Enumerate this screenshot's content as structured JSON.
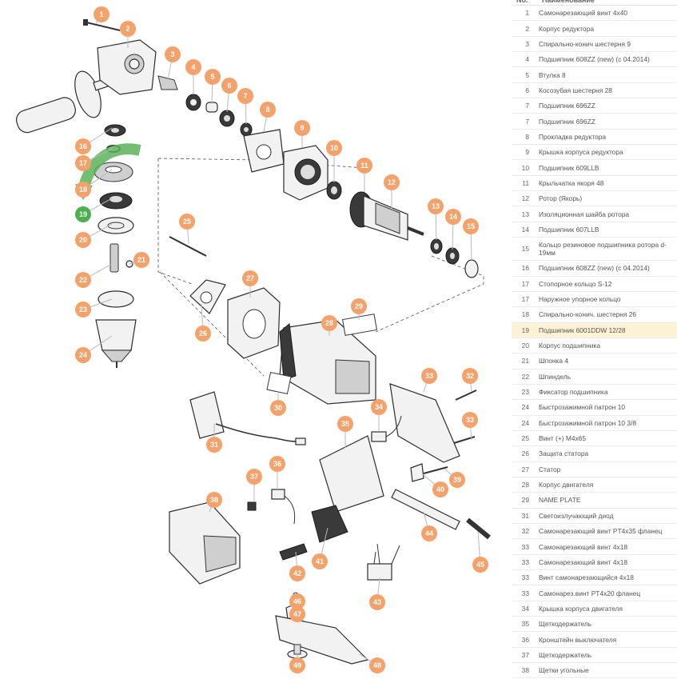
{
  "table": {
    "header": {
      "no": "No.",
      "name": "Наименование"
    },
    "rows": [
      {
        "no": "1",
        "name": "Самонарезающий винт 4х40"
      },
      {
        "no": "2",
        "name": "Корпус редуктора"
      },
      {
        "no": "3",
        "name": "Спирально-конич шестерня 9"
      },
      {
        "no": "4",
        "name": "Подшипник 608ZZ (new) (с 04.2014)"
      },
      {
        "no": "5",
        "name": "Втулка 8"
      },
      {
        "no": "6",
        "name": "Косозубая шестерня 28"
      },
      {
        "no": "7",
        "name": "Подшипник 696ZZ"
      },
      {
        "no": "7",
        "name": "Подшипник 696ZZ"
      },
      {
        "no": "8",
        "name": "Прокладка редуктора"
      },
      {
        "no": "9",
        "name": "Крышка корпуса редуктора"
      },
      {
        "no": "10",
        "name": "Подшипник 609LLB"
      },
      {
        "no": "11",
        "name": "Крыльчатка якоря 48"
      },
      {
        "no": "12",
        "name": "Ротор (Якорь)"
      },
      {
        "no": "13",
        "name": "Изоляционная шайба ротора"
      },
      {
        "no": "14",
        "name": "Подшипник 607LLB"
      },
      {
        "no": "15",
        "name": "Кольцо резиновое подшипника ротора d-19мм"
      },
      {
        "no": "16",
        "name": "Подшипник 608ZZ (new) (с 04.2014)"
      },
      {
        "no": "17",
        "name": "Стопорное кольцо S-12"
      },
      {
        "no": "17",
        "name": "Наружное упорное кольцо"
      },
      {
        "no": "18",
        "name": "Спирально-конич. шестерня 26"
      },
      {
        "no": "19",
        "name": "Подшипник 6001DDW 12/28",
        "highlight": true
      },
      {
        "no": "20",
        "name": "Корпус подшипника"
      },
      {
        "no": "21",
        "name": "Шпонка 4"
      },
      {
        "no": "22",
        "name": "Шпиндель"
      },
      {
        "no": "23",
        "name": "Фиксатор подшипника"
      },
      {
        "no": "24",
        "name": "Быстрозажимной патрон 10"
      },
      {
        "no": "24",
        "name": "Быстрозажимной патрон 10 3/8"
      },
      {
        "no": "25",
        "name": "Винт (+) M4х65"
      },
      {
        "no": "26",
        "name": "Защита статора"
      },
      {
        "no": "27",
        "name": "Статор"
      },
      {
        "no": "28",
        "name": "Корпус двигателя"
      },
      {
        "no": "29",
        "name": "NAME PLATE"
      },
      {
        "no": "31",
        "name": "Светоизлучающий диод"
      },
      {
        "no": "32",
        "name": "Самонарезающий винт PT4х35 фланец"
      },
      {
        "no": "33",
        "name": "Самонарезающий винт 4х18"
      },
      {
        "no": "33",
        "name": "Самонарезающий винт 4х18"
      },
      {
        "no": "33",
        "name": "Винт самонарезающийся 4х18"
      },
      {
        "no": "33",
        "name": "Самонарез.винт PT4х20 фланец"
      },
      {
        "no": "34",
        "name": "Крышка корпуса двигателя"
      },
      {
        "no": "35",
        "name": "Щеткодержатель"
      },
      {
        "no": "36",
        "name": "Кронштейн выключателя"
      },
      {
        "no": "37",
        "name": "Щеткодержатель"
      },
      {
        "no": "38",
        "name": "Щетки угольные"
      }
    ]
  },
  "diagram": {
    "selected_callout": "19",
    "plate_label": "30",
    "accent_color": "#f4a26b",
    "selected_color": "#4caf50",
    "callouts": [
      "1",
      "2",
      "3",
      "4",
      "5",
      "6",
      "7",
      "8",
      "9",
      "10",
      "11",
      "12",
      "13",
      "14",
      "15",
      "16",
      "17",
      "18",
      "19",
      "20",
      "21",
      "22",
      "23",
      "24",
      "25",
      "26",
      "27",
      "28",
      "29",
      "30",
      "31",
      "32",
      "33",
      "33",
      "34",
      "35",
      "36",
      "37",
      "38",
      "39",
      "40",
      "41",
      "42",
      "43",
      "44",
      "45",
      "46",
      "47",
      "48",
      "49",
      "50"
    ]
  }
}
